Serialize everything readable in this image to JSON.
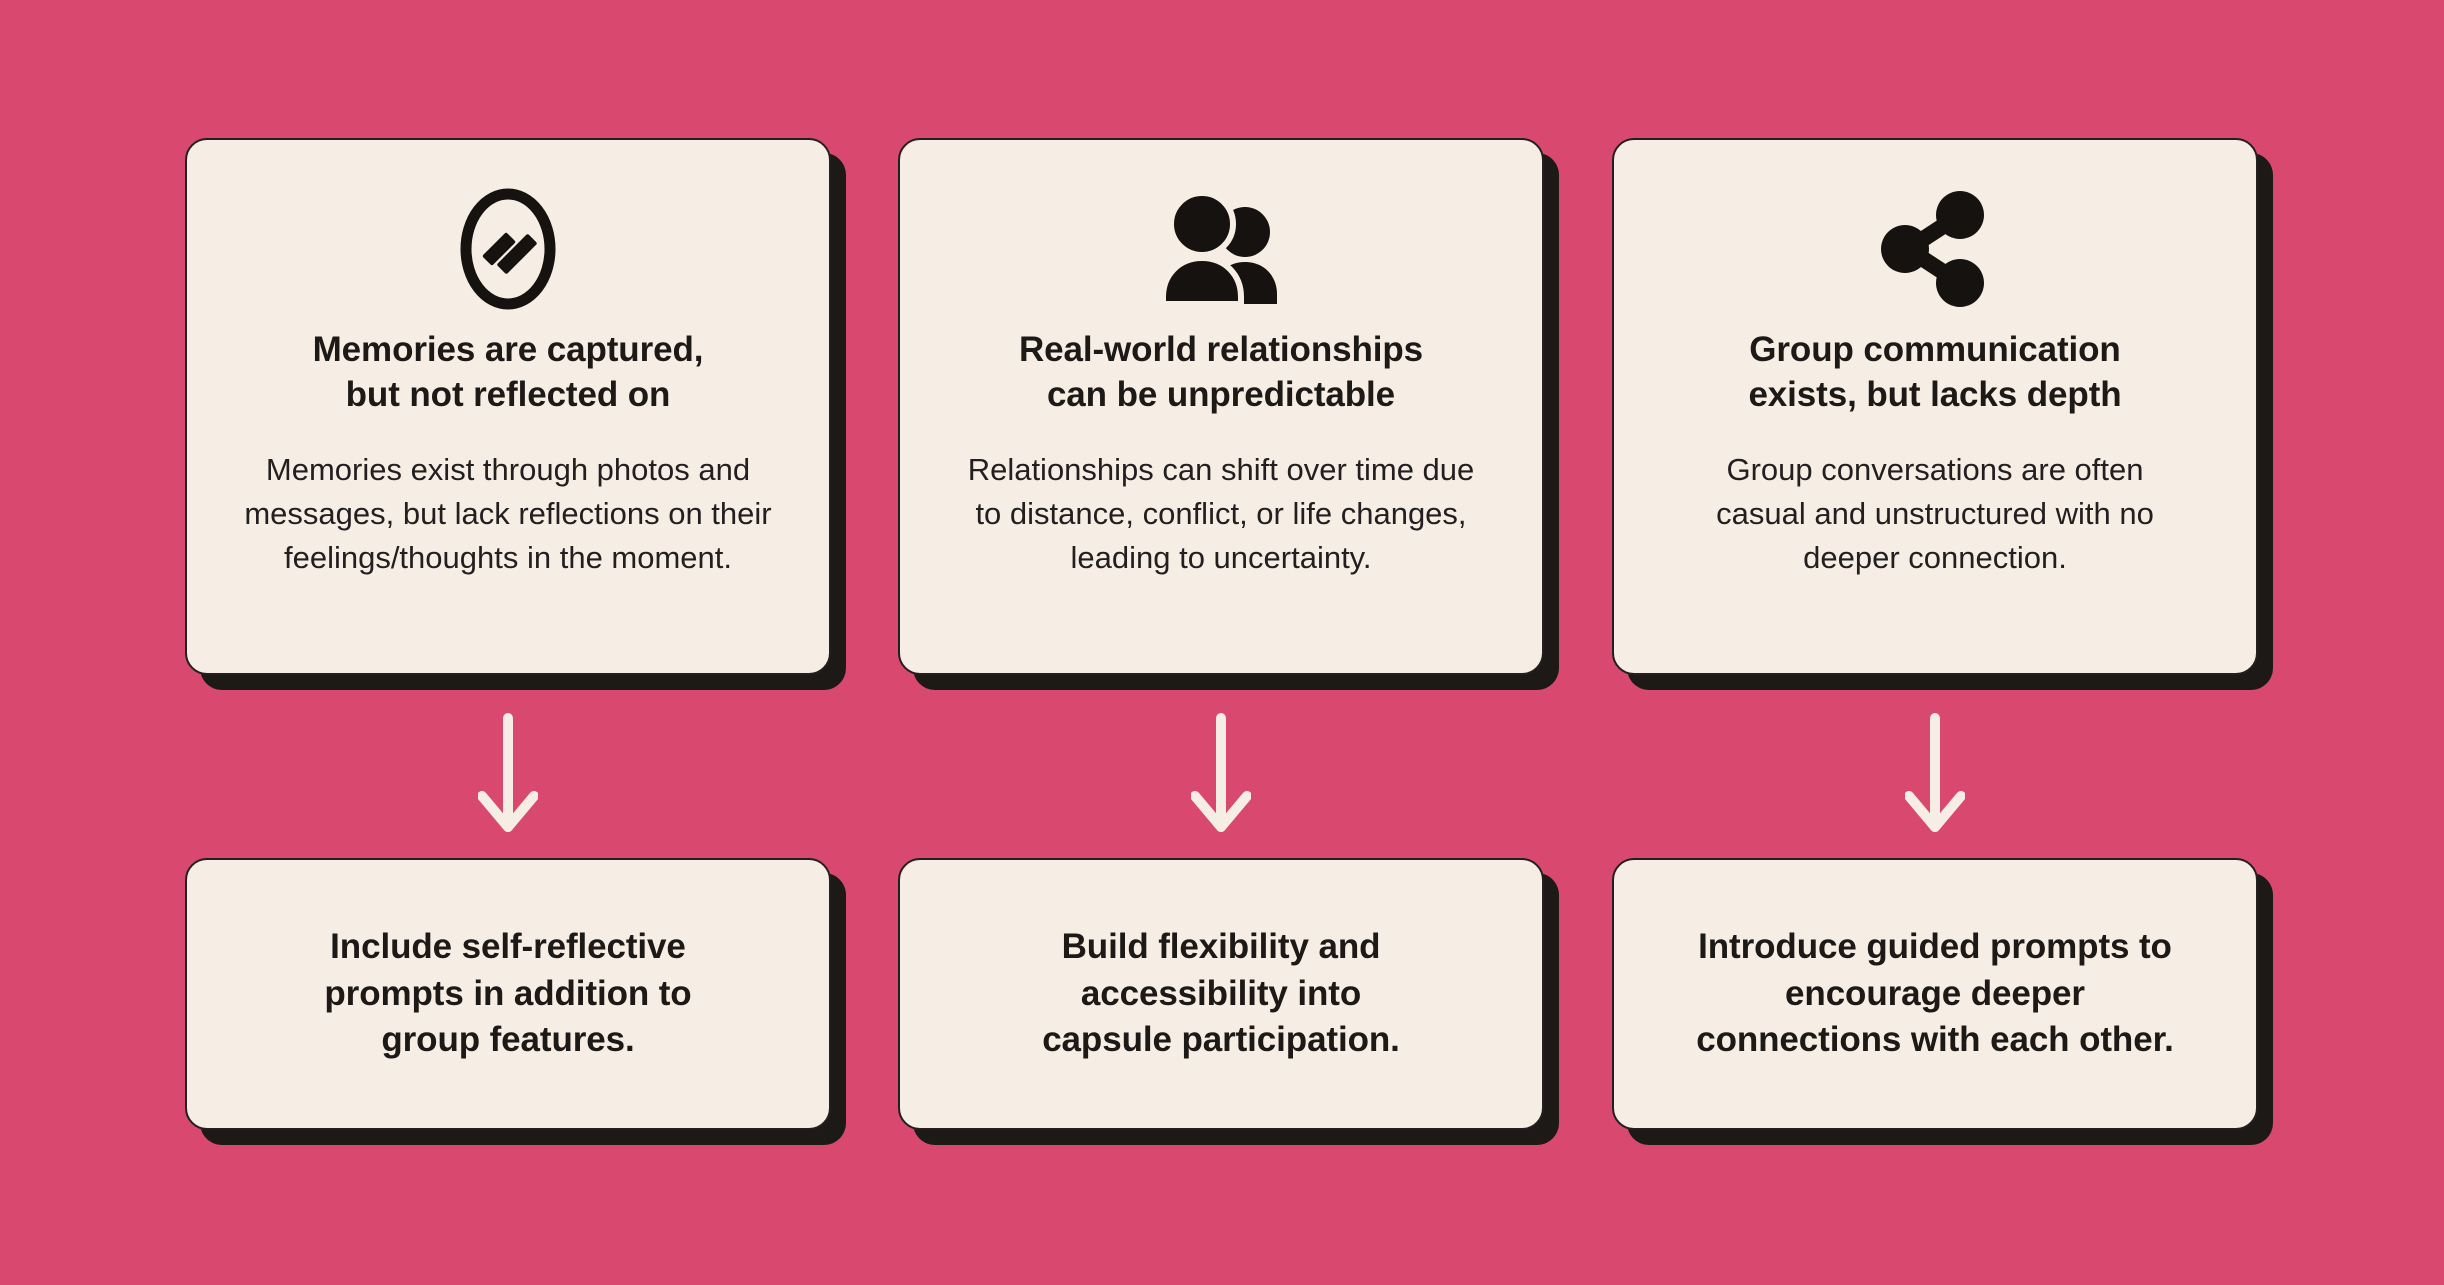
{
  "theme": {
    "background_color": "#d9486f",
    "card_color": "#f6ede4",
    "ink_color": "#1c1917",
    "arrow_color": "#f6ede4"
  },
  "problems": [
    {
      "icon": "mirror-icon",
      "title": "Memories are captured,\nbut not reflected on",
      "body": "Memories exist through photos and\nmessages, but lack reflections on their\nfeelings/thoughts in the moment."
    },
    {
      "icon": "people-icon",
      "title": "Real-world relationships\ncan be unpredictable",
      "body": "Relationships can shift over time due\nto distance, conflict, or life changes,\nleading to uncertainty."
    },
    {
      "icon": "share-icon",
      "title": "Group communication\nexists, but lacks depth",
      "body": "Group conversations are often\ncasual and unstructured with no\ndeeper connection."
    }
  ],
  "arrows": [
    {
      "icon": "arrow-down-icon"
    },
    {
      "icon": "arrow-down-icon"
    },
    {
      "icon": "arrow-down-icon"
    }
  ],
  "solutions": [
    {
      "text": "Include self-reflective\nprompts in addition to\ngroup features."
    },
    {
      "text": "Build flexibility and\naccessibility into\ncapsule participation."
    },
    {
      "text": "Introduce guided prompts to\nencourage deeper\nconnections with each other."
    }
  ]
}
